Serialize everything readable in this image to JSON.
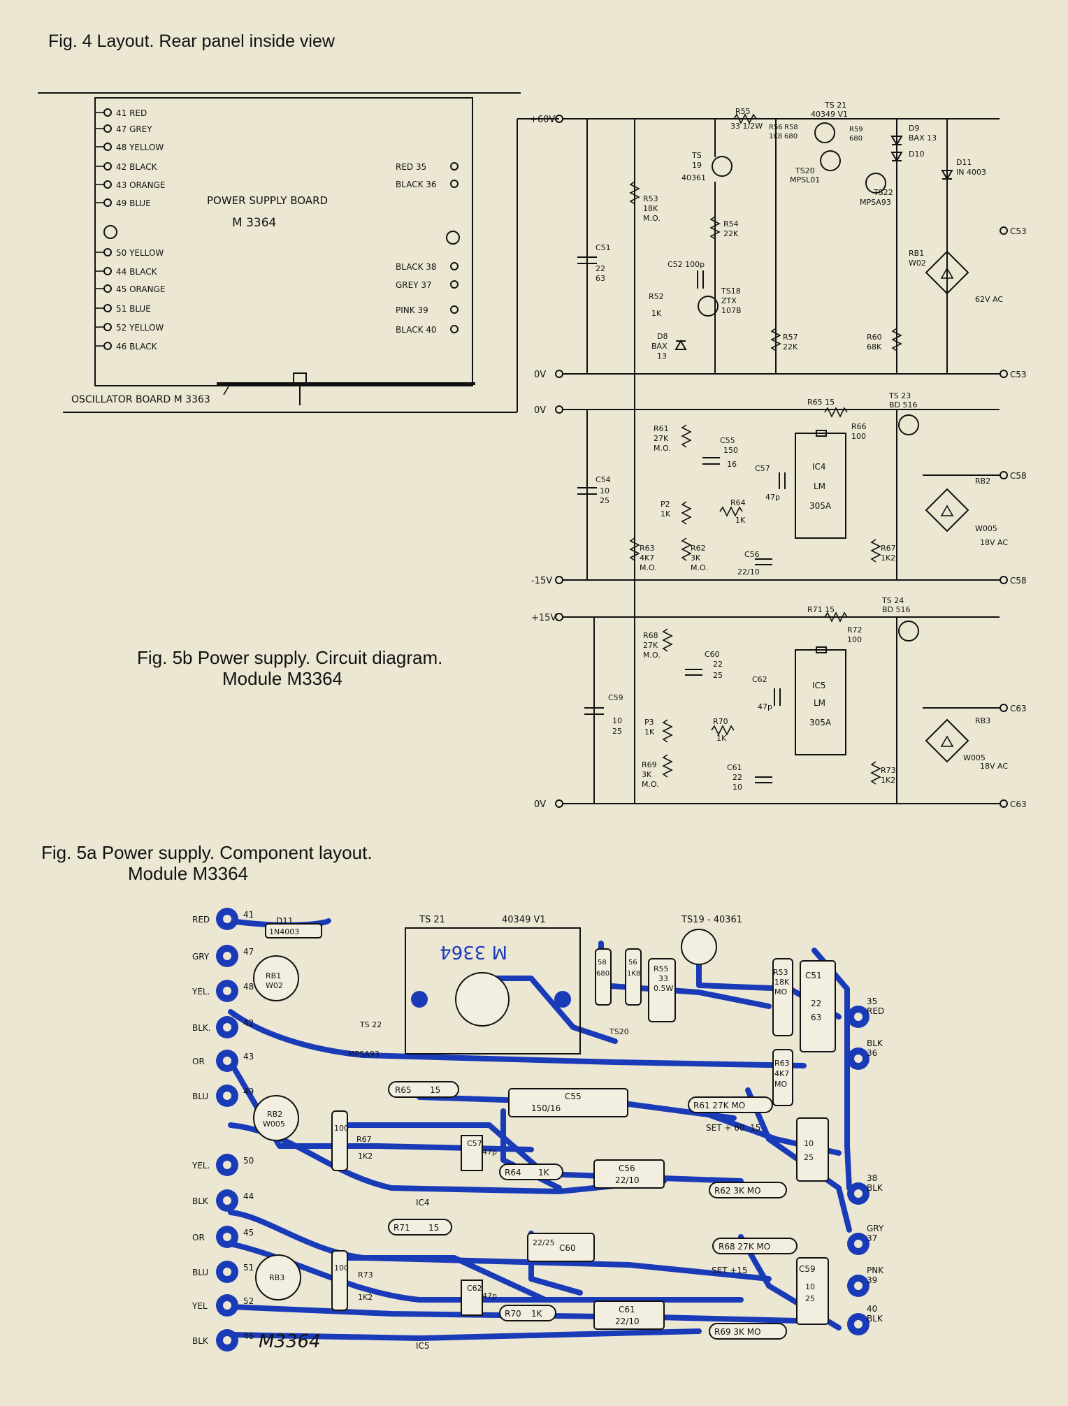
{
  "captions": {
    "fig4": "Fig. 4  Layout. Rear panel inside view",
    "fig5b_line1": "Fig. 5b  Power supply. Circuit diagram.",
    "fig5b_line2": "Module M3364",
    "fig5a_line1": "Fig. 5a  Power supply. Component layout.",
    "fig5a_line2": "Module M3364"
  },
  "fig4": {
    "board_title": "POWER SUPPLY BOARD",
    "board_id": "M 3364",
    "osc_board": "OSCILLATOR BOARD M 3363",
    "left_wires": [
      "41 RED",
      "47 GREY",
      "48 YELLOW",
      "42 BLACK",
      "43 ORANGE",
      "49 BLUE",
      "50 YELLOW",
      "44 BLACK",
      "45 ORANGE",
      "51 BLUE",
      "52 YELLOW",
      "46 BLACK"
    ],
    "right_wires": [
      "RED 35",
      "BLACK 36",
      "BLACK 38",
      "GREY 37",
      "PINK 39",
      "BLACK 40"
    ]
  },
  "fig5b": {
    "rails": {
      "p60": "+60V",
      "ov1": "0V",
      "ov2": "0V",
      "m15": "-15V",
      "p15": "+15V",
      "ov3": "0V"
    },
    "outputs": [
      "C53",
      "C53",
      "C58",
      "C58",
      "C63",
      "C63"
    ],
    "ac": [
      "62V AC",
      "18V AC",
      "18V AC"
    ],
    "parts": {
      "r55": "R55",
      "r55v": "33 1/2W",
      "ts21": "TS 21",
      "ts21v": "40349 V1",
      "d9": "D9",
      "d9v": "BAX 13",
      "d10": "D10",
      "d11": "D11",
      "d11v": "IN 4003",
      "r56": "R56",
      "r56v": "1K8",
      "r58": "R58",
      "r58v": "680",
      "r59": "R59",
      "r59v": "680",
      "ts20": "TS20",
      "ts20v": "MPSL01",
      "ts22": "TS22",
      "ts22v": "MPSA93",
      "ts19": "TS",
      "ts19n": "19",
      "ts19v": "40361",
      "r53": "R53",
      "r53v": "18K",
      "r53m": "M.O.",
      "r54": "R54",
      "r54v": "22K",
      "c51": "C51",
      "c51v1": "22",
      "c51v2": "63",
      "c52": "C52 100p",
      "ts18": "TS18",
      "ts18v": "ZTX",
      "ts18v2": "107B",
      "r52": "R52",
      "r52v": "1K",
      "d8": "D8",
      "d8v": "BAX",
      "d8v2": "13",
      "r57": "R57",
      "r57v": "22K",
      "r60": "R60",
      "r60v": "68K",
      "rb1": "RB1",
      "rb1v": "W02",
      "r65": "R65  15",
      "ts23": "TS 23",
      "ts23v": "BD 516",
      "r66": "R66",
      "r66v": "100",
      "r61": "R61",
      "r61v": "27K",
      "r61m": "M.O.",
      "c55": "C55",
      "c55v1": "150",
      "c55v2": "16",
      "c57": "C57",
      "c57v": "47p",
      "ic4": "IC4",
      "ic4v": "LM",
      "ic4v2": "305A",
      "c54": "C54",
      "c54v1": "10",
      "c54v2": "25",
      "p2": "P2",
      "p2v": "1K",
      "r64": "R64",
      "r64v": "1K",
      "c56": "C56",
      "c56v": "22/10",
      "r63": "R63",
      "r63v": "4K7",
      "r63m": "M.O.",
      "r62": "R62",
      "r62v": "3K",
      "r62m": "M.O.",
      "r67": "R67",
      "r67v": "1K2",
      "rb2": "RB2",
      "rb2v": "W005",
      "r71": "R71  15",
      "ts24": "TS 24",
      "ts24v": "BD 516",
      "r68": "R68",
      "r68v": "27K",
      "r68m": "M.O.",
      "c60": "C60",
      "c60v1": "22",
      "c60v2": "25",
      "r72": "R72",
      "r72v": "100",
      "c62": "C62",
      "c62v": "47p",
      "ic5": "IC5",
      "ic5v": "LM",
      "ic5v2": "305A",
      "c59": "C59",
      "c59v1": "10",
      "c59v2": "25",
      "p3": "P3",
      "p3v": "1K",
      "r70": "R70",
      "r70v": "1K",
      "c61": "C61",
      "c61v1": "22",
      "c61v2": "10",
      "r69": "R69",
      "r69v": "3K",
      "r69m": "M.O.",
      "r73": "R73",
      "r73v": "1K2",
      "rb3": "RB3",
      "rb3v": "W005"
    }
  },
  "fig5a": {
    "left_labels": [
      "RED",
      "GRY",
      "YEL.",
      "BLK.",
      "OR",
      "BLU",
      "YEL.",
      "BLK",
      "OR",
      "BLU",
      "YEL",
      "BLK"
    ],
    "pin_nums": [
      "41",
      "47",
      "48",
      "42",
      "43",
      "49",
      "50",
      "44",
      "45",
      "51",
      "52",
      "46"
    ],
    "right_labels": [
      [
        "35",
        "RED"
      ],
      [
        "BLK",
        "36"
      ],
      [
        "38",
        "BLK"
      ],
      [
        "GRY",
        "37"
      ],
      [
        "PNK",
        "39"
      ],
      [
        "40",
        "BLK"
      ]
    ],
    "parts": {
      "d11": "D11",
      "d11v": "1N4003",
      "ts21": "TS 21",
      "ts21v": "40349 V1",
      "ts19": "TS19 - 40361",
      "m3364": "M 3364",
      "c51": "C51",
      "c51v1": "22",
      "c51v2": "63",
      "r58": "58",
      "r58v": "680",
      "r56": "56",
      "r56v": "1K8",
      "r55": "R55",
      "r55v": "33",
      "r55w": "0.5W",
      "r53": "R53",
      "r53v": "18K",
      "r53m": "MO",
      "c55": "C55",
      "c55v": "150/16",
      "r65": "R65",
      "r65v": "15",
      "r61": "R61 27K MO",
      "set60": "SET + 60, 15",
      "r64": "R64",
      "r64v": "1K",
      "c56": "C56",
      "c56v": "22/10",
      "r62": "R62 3K MO",
      "c57": "C57",
      "c57v": "47p",
      "ic4": "IC4",
      "rb2": "RB2",
      "rb2v": "W005",
      "r67": "R67",
      "r67v": "1K2",
      "r66v": "100",
      "r71": "R71",
      "r71v": "15",
      "c60": "C60",
      "c60v": "22/25",
      "r68": "R68 27K MO",
      "set15": "SET +15",
      "r70": "R70",
      "r70v": "1K",
      "c61": "C61",
      "c61v": "22/10",
      "r69": "R69 3K MO",
      "c62": "C62",
      "c62v": "47p",
      "ic5": "IC5",
      "rb3": "RB3",
      "r73": "R73",
      "r73v": "1K2",
      "r72v": "100",
      "c59": "C59",
      "c59v1": "10",
      "c59v2": "25",
      "c54v1": "10",
      "c54v2": "25",
      "rb1": "RB1",
      "rb1v": "W02",
      "r63": "R63",
      "r63v": "4K7",
      "r63m": "MO",
      "ts22": "TS 22",
      "ts20": "TS20",
      "mpsa93": "MPSA93",
      "m3364b": "M3364"
    }
  }
}
